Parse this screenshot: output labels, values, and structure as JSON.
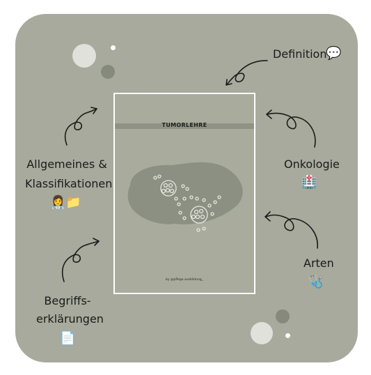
{
  "card": {
    "title": "TUMORLEHRE",
    "credit": "by @pflege.ausbildung_"
  },
  "topics": {
    "definition": "Definition",
    "allgemeines_line1": "Allgemeines &",
    "allgemeines_line2": "Klassifikationen",
    "onkologie": "Onkologie",
    "arten": "Arten",
    "begriffs_line1": "Begriffs-",
    "begriffs_line2": "erklärungen"
  },
  "icons": {
    "speech": "speech-bubble-icon",
    "doctor": "doctor-icon",
    "folder": "folder-icon",
    "hospital": "hospital-icon",
    "stethoscope": "stethoscope-icon",
    "document": "document-icon"
  },
  "colors": {
    "panel": "#a7aa9c",
    "blob": "#8c9083",
    "accent_light": "#dfe1da",
    "accent_dark": "#868a7d"
  }
}
